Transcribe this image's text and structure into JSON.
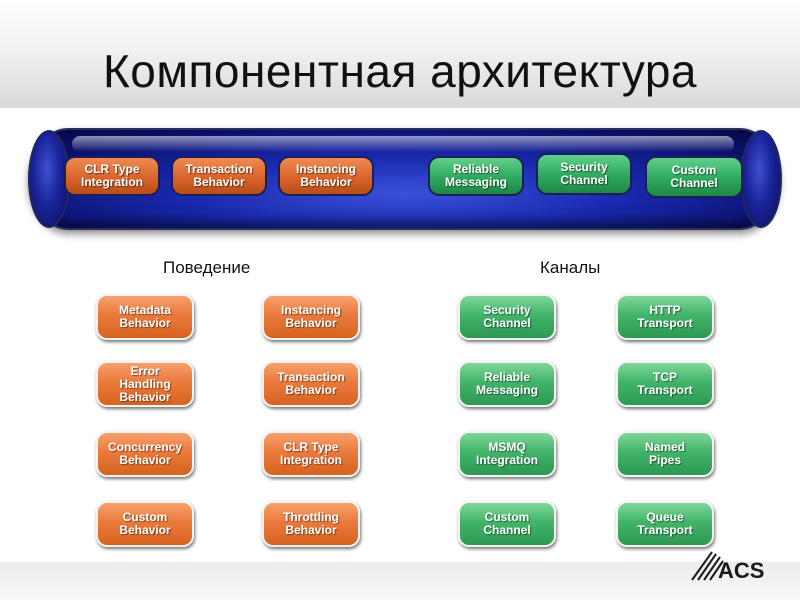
{
  "title": "Компонентная архитектура",
  "colors": {
    "tube": "#1a2ab0",
    "behavior_pill": "#ea7a3c",
    "channel_pill": "#42b46a",
    "logo": "#1a1a1a"
  },
  "tube": {
    "items": [
      {
        "label": "CLR Type\nIntegration",
        "kind": "orange"
      },
      {
        "label": "Transaction\nBehavior",
        "kind": "orange"
      },
      {
        "label": "Instancing\nBehavior",
        "kind": "orange"
      },
      {
        "label": "Reliable\nMessaging",
        "kind": "green"
      },
      {
        "label": "Security\nChannel",
        "kind": "green"
      },
      {
        "label": "Custom\nChannel",
        "kind": "green"
      }
    ]
  },
  "behaviors": {
    "heading": "Поведение",
    "items": [
      "Metadata\nBehavior",
      "Instancing\nBehavior",
      "Error\nHandling\nBehavior",
      "Transaction\nBehavior",
      "Concurrency\nBehavior",
      "CLR Type\nIntegration",
      "Custom\nBehavior",
      "Throttling\nBehavior"
    ]
  },
  "channels": {
    "heading": "Каналы",
    "items": [
      "Security\nChannel",
      "HTTP\nTransport",
      "Reliable\nMessaging",
      "TCP\nTransport",
      "MSMQ\nIntegration",
      "Named\nPipes",
      "Custom\nChannel",
      "Queue\nTransport"
    ]
  },
  "logo": {
    "text": "ACS",
    "icon": "acs-logo-icon"
  }
}
